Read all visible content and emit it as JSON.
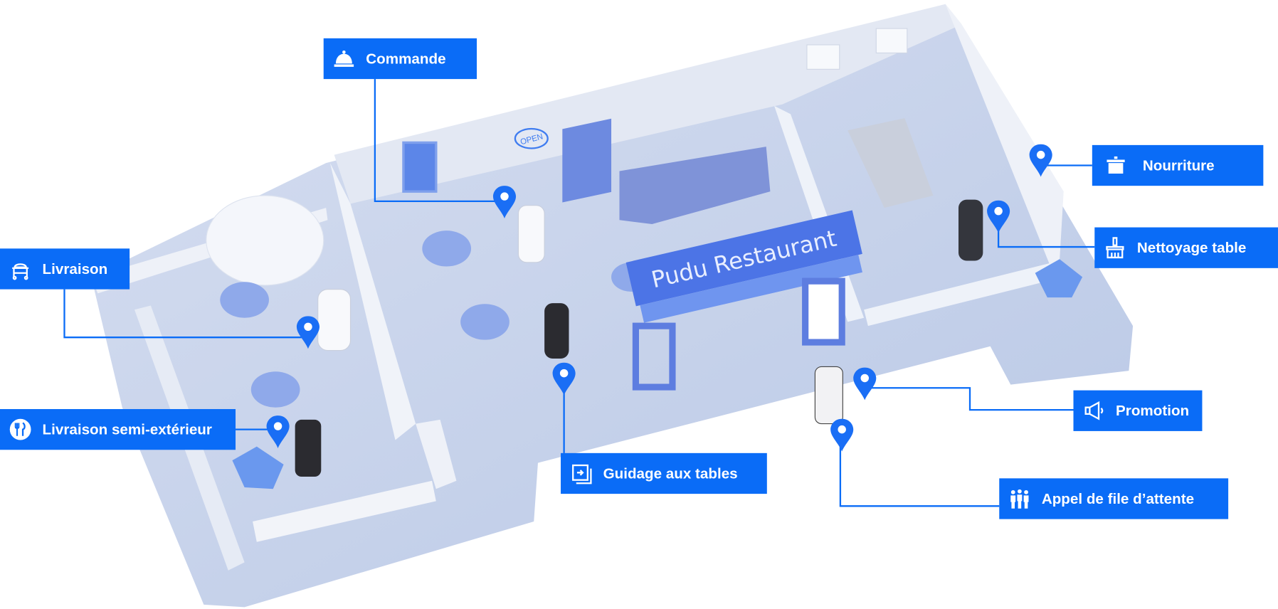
{
  "accent_color": "#0a6cf7",
  "scene": {
    "sign_text": "Pudu Restaurant",
    "open_sign": "OPEN"
  },
  "labels": {
    "commande": {
      "text": "Commande",
      "icon": "cloche-icon"
    },
    "livraison": {
      "text": "Livraison",
      "icon": "delivery-cart-icon"
    },
    "livraison_semi": {
      "text": "Livraison semi-extérieur",
      "icon": "fork-knife-icon"
    },
    "guidage": {
      "text": "Guidage aux tables",
      "icon": "guide-arrow-icon"
    },
    "nourriture": {
      "text": "Nourriture",
      "icon": "pot-icon"
    },
    "nettoyage": {
      "text": "Nettoyage table",
      "icon": "brush-icon"
    },
    "promotion": {
      "text": "Promotion",
      "icon": "megaphone-icon"
    },
    "appel": {
      "text": "Appel de file d’attente",
      "icon": "queue-people-icon"
    }
  }
}
